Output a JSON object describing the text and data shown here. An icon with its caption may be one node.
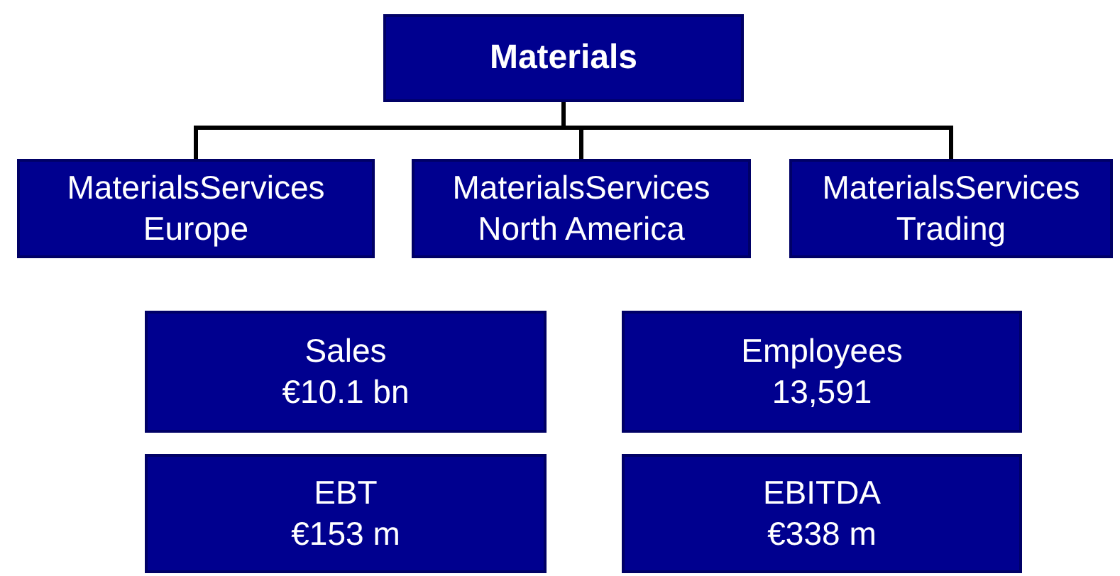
{
  "diagram": {
    "nodes": [
      {
        "text": [
          "Materials"
        ]
      },
      {
        "text": [
          "MaterialsServices Europe"
        ]
      },
      {
        "text": [
          "MaterialsServices North America"
        ]
      },
      {
        "text": [
          "MaterialsServices Trading"
        ]
      },
      {
        "text": [
          "Sales",
          "€10.1 bn"
        ]
      },
      {
        "text": [
          "Employees",
          "13,591"
        ]
      },
      {
        "text": [
          "EBT",
          "€153 m"
        ]
      },
      {
        "text": [
          "EBITDA",
          "€338 m"
        ]
      }
    ],
    "edges": [
      {
        "from": 0,
        "to": 1,
        "arrow": "none"
      },
      {
        "from": 0,
        "to": 2,
        "arrow": "none"
      },
      {
        "from": 0,
        "to": 3,
        "arrow": "none"
      }
    ]
  }
}
